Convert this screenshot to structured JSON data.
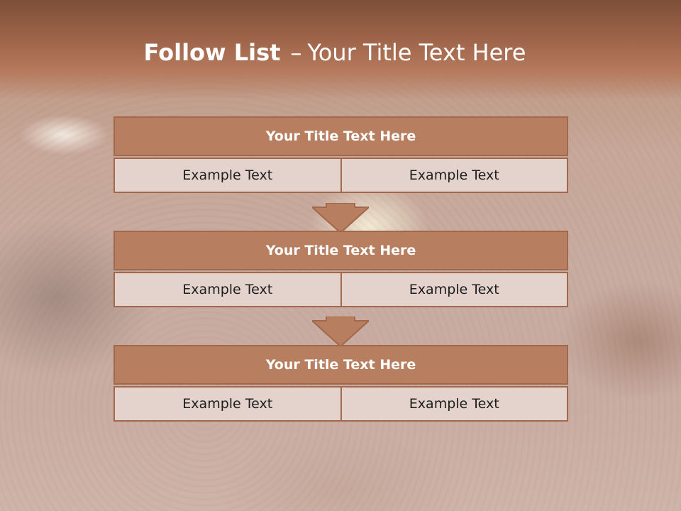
{
  "slide": {
    "title_bold": "Follow List",
    "title_separator": "–",
    "title_rest": "Your Title Text Here"
  },
  "steps": [
    {
      "title": "Your Title Text Here",
      "left": "Example Text",
      "right": "Example Text"
    },
    {
      "title": "Your Title Text Here",
      "left": "Example Text",
      "right": "Example Text"
    },
    {
      "title": "Your Title Text Here",
      "left": "Example Text",
      "right": "Example Text"
    }
  ],
  "colors": {
    "header": "#b77e5f",
    "border": "#a2684b",
    "cell": "#e4d2cc",
    "arrow": "#b77e5f"
  },
  "icons": [
    "down-arrow-icon"
  ]
}
